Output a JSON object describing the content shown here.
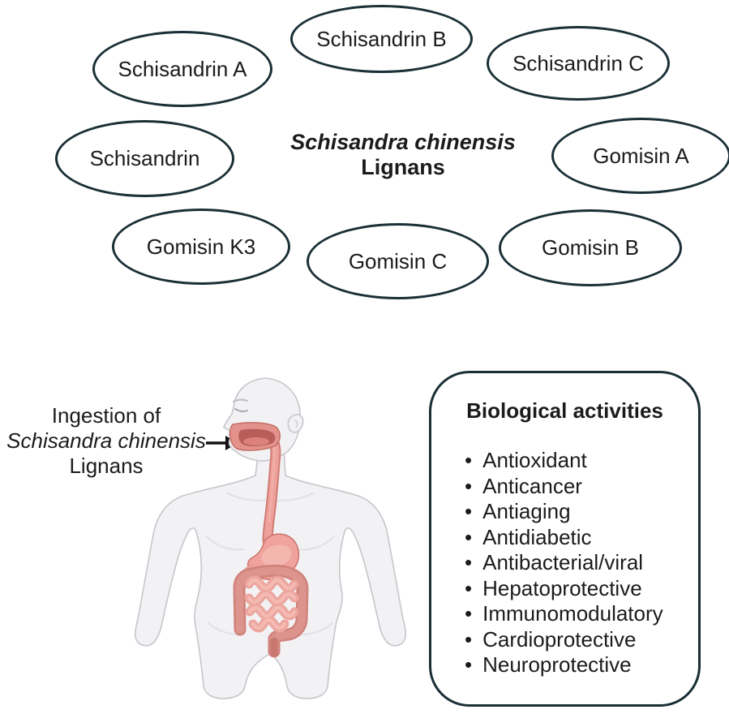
{
  "figure": {
    "cluster_title": {
      "species": "Schisandra chinensis",
      "category": "Lignans"
    },
    "lignans": [
      "Schisandrin A",
      "Schisandrin B",
      "Schisandrin C",
      "Schisandrin",
      "Gomisin A",
      "Gomisin K3",
      "Gomisin C",
      "Gomisin B"
    ],
    "ingestion": {
      "line1": "Ingestion of",
      "species": "Schisandra chinensis",
      "line3": "Lignans"
    },
    "biological_activities": {
      "title": "Biological activities",
      "items": [
        "Antioxidant",
        "Anticancer",
        "Antiaging",
        "Antidiabetic",
        "Antibacterial/viral",
        "Hepatoprotective",
        "Immunomodulatory",
        "Cardioprotective",
        "Neuroprotective"
      ]
    }
  },
  "icons": {
    "arrow": "right-arrow-icon",
    "illustration": "human-digestive-system-illustration"
  },
  "colors": {
    "outline": "#1a2f36",
    "ink": "#1b1b1b",
    "gi_mid": "#eca19a",
    "gi_dark": "#d0837b",
    "gi_light": "#f4b7b0",
    "gi_deep": "#c9776f",
    "body_fill": "#f2f2f4",
    "body_stroke": "#c6c6cc",
    "body_shade": "#e0e0e5"
  }
}
